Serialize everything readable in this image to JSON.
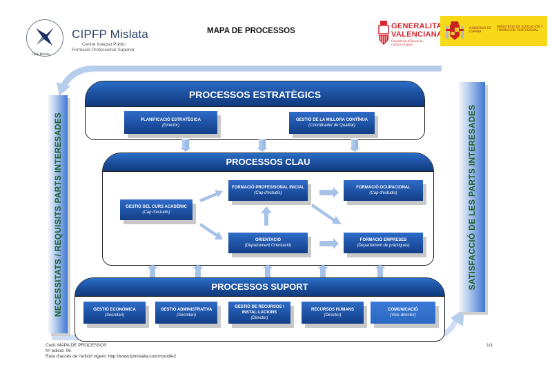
{
  "header": {
    "logo_ring_text": "Cipfp Mislata",
    "institution_name": "CIPFP Mislata",
    "institution_line1": "Centre Integrat Públic",
    "institution_line2": "Formació Professional Superior",
    "document_title": "MAPA DE PROCESSOS",
    "gva_line1": "GENERALITAT",
    "gva_line2": "VALENCIANA",
    "gva_sub": "Conselleria d'Educació, Cultura i Esport",
    "gobierno": "GOBIERNO DE ESPAÑA",
    "ministerio": "MINISTERIO DE EDUCACIÓN Y FORMACIÓN PROFESIONAL"
  },
  "side": {
    "left": "NECESSITATS / REQUISITS PARTS INTERESADES",
    "right": "SATISFACCIÓ DE LES PARTS INTERESADES"
  },
  "estrategics": {
    "title": "PROCESSOS ESTRATÈGICS",
    "boxes": [
      {
        "title": "PLANIFICACIÓ ESTRATÈGICA",
        "owner": "(Director)"
      },
      {
        "title": "GESTIÓ DE LA MILLORA CONTÍNUA",
        "owner": "(Coordinador de Qualitat)"
      }
    ]
  },
  "clau": {
    "title": "PROCESSOS CLAU",
    "boxes": [
      {
        "title": "GESTIÓ DEL CURS ACADÈMIC",
        "owner": "(Cap d'estudis)"
      },
      {
        "title": "FORMACIÓ PROFESSIONAL INICIAL",
        "owner": "(Cap d'estudis)"
      },
      {
        "title": "FORMACIÓ OCUPACIONAL",
        "owner": "(Cap d'estudis)"
      },
      {
        "title": "ORIENTACIÓ",
        "owner": "(Departament Orientació)"
      },
      {
        "title": "FORMACIÓ EMPRESES",
        "owner": "(Departament de pràctiques)"
      }
    ]
  },
  "suport": {
    "title": "PROCESSOS SUPORT",
    "boxes": [
      {
        "title": "GESTIÓ ECONÒMICA",
        "owner": "(Secretari)"
      },
      {
        "title": "GESTIÓ ADMINISTRATIVA",
        "owner": "(Secretari)"
      },
      {
        "title": "GESTIÓ DE RECURSOS I INSTAL·LACIONS",
        "owner": "(Director)"
      },
      {
        "title": "RECURSOS HUMANS",
        "owner": "(Director)"
      },
      {
        "title": "COMUNICACIÓ",
        "owner": "(Vice-director)"
      }
    ]
  },
  "footer": {
    "code": "Codi: MAPA DE PROCESSOS",
    "edition": "Nº edició: 06",
    "path": "Ruta d'accés de l'edició vigent: http://www.fpmislata.com/moodle2",
    "page": "1/1"
  },
  "colors": {
    "box_blue": "#1c4fa0",
    "arrow_blue": "#a7c2e8",
    "side_text_green": "#1f5f2f",
    "gva_red": "#d8242f",
    "gobierno_yellow": "#f8d91a"
  }
}
